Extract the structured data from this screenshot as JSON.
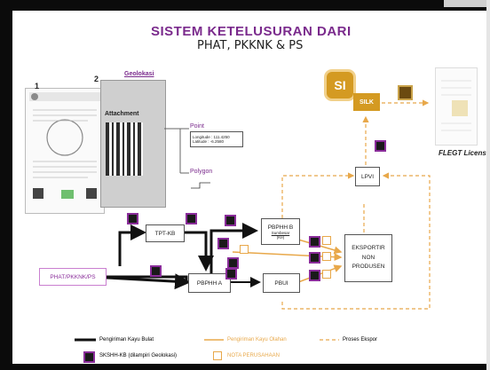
{
  "title": "SISTEM KETELUSURAN DARI",
  "subtitle": "PHAT, PKKNK & PS",
  "document": {
    "label_1": "1",
    "label_2": "2",
    "geolokasi": "Geolokasi",
    "attachment": "Attachment"
  },
  "geo": {
    "point_label": "Point",
    "point_lon": "Longitude : 111.4250",
    "point_lat": "Latitude : -6.2580",
    "polygon_label": "Polygon"
  },
  "nodes": {
    "phat": "PHAT/PKKNK/PS",
    "tptkb": "TPT-KB",
    "pbphh_a": "PBPHH A",
    "pbphh_b": "PBPHH B",
    "pbphh_b_sub": "Sumbesar",
    "pbphh_b_sub2": "(Ke)",
    "pbui": "PBUI",
    "eksportir": "EKSPORTIR\nNON\nPRODUSEN",
    "lpvi": "LPVI",
    "si": "SI",
    "silk": "SILK",
    "flegt": "FLEGT License"
  },
  "legend": {
    "bulat": "Pengiriman Kayu Bulat",
    "olahan": "Pengiriman Kayu Olahan",
    "ekspor": "Proses Ekspor",
    "sksshh": "SKSHH-KB (dilampiri Geolokasi)",
    "nota": "NOTA PERUSAHAAN"
  },
  "colors": {
    "purple": "#7a2a8c",
    "orange": "#e8a84a",
    "gold": "#d49a22",
    "black": "#111111"
  }
}
